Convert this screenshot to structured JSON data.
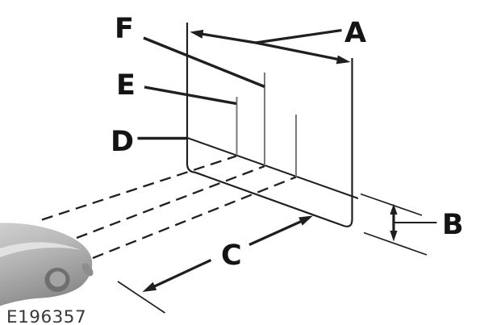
{
  "figure": {
    "code": "E196357",
    "kind": "headlamp-aiming-wall-diagram",
    "background": "#ffffff"
  },
  "labels": {
    "a": "A",
    "b": "B",
    "c": "C",
    "d": "D",
    "e": "E",
    "f": "F"
  },
  "callouts": [
    {
      "letter": "A",
      "points_to": "span across top of wall between left and right edges (double-ended arrow)"
    },
    {
      "letter": "B",
      "points_to": "vertical gap between horizontal reference line and wall bottom edge (double-ended arrow between extension ticks)"
    },
    {
      "letter": "C",
      "points_to": "floor distance between vehicle position tick and base of wall (two arrows)"
    },
    {
      "letter": "D",
      "points_to": "horizontal reference line at left edge of wall"
    },
    {
      "letter": "E",
      "points_to": "short vertical marker line on wall"
    },
    {
      "letter": "F",
      "points_to": "tall vertical marker line on wall"
    }
  ],
  "elements": {
    "beam_line_count": 3,
    "vertical_marker_count": 3,
    "vehicle": "car front end, lower-left, gray"
  },
  "colors": {
    "line": "#1f1f1f",
    "marker_line": "#7a7a7a",
    "car_body_light": "#cdcdcd",
    "car_body_dark": "#8a8a8a",
    "wheel": "#6f6f6f",
    "code_text": "#383838"
  }
}
